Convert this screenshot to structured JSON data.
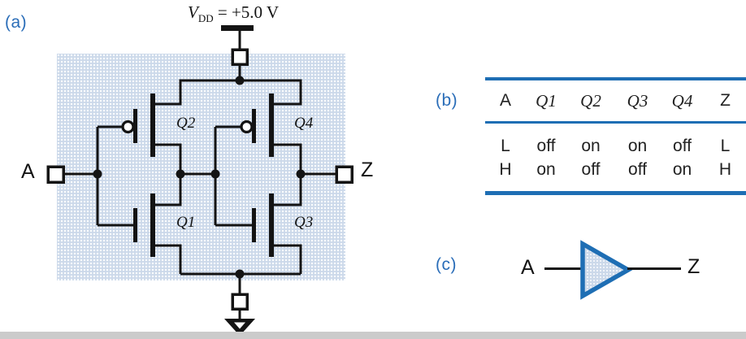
{
  "colors": {
    "accent_blue": "#2a6db8",
    "rule_blue": "#1e6eb4",
    "wire_black": "#141414",
    "shade_blue": "#ccd9ea",
    "footer_grey": "#cbcbcb"
  },
  "panel_a": {
    "label": "(a)",
    "vdd": {
      "symbol": "V",
      "subscript": "DD",
      "value": "= +5.0 V"
    },
    "input_label": "A",
    "output_label": "Z",
    "transistors": {
      "q1": "Q1",
      "q2": "Q2",
      "q3": "Q3",
      "q4": "Q4"
    }
  },
  "panel_b": {
    "label": "(b)",
    "table": {
      "headers": [
        "A",
        "Q1",
        "Q2",
        "Q3",
        "Q4",
        "Z"
      ],
      "rows": [
        [
          "L",
          "off",
          "on",
          "on",
          "off",
          "L"
        ],
        [
          "H",
          "on",
          "off",
          "off",
          "on",
          "H"
        ]
      ]
    }
  },
  "panel_c": {
    "label": "(c)",
    "input_label": "A",
    "output_label": "Z"
  }
}
